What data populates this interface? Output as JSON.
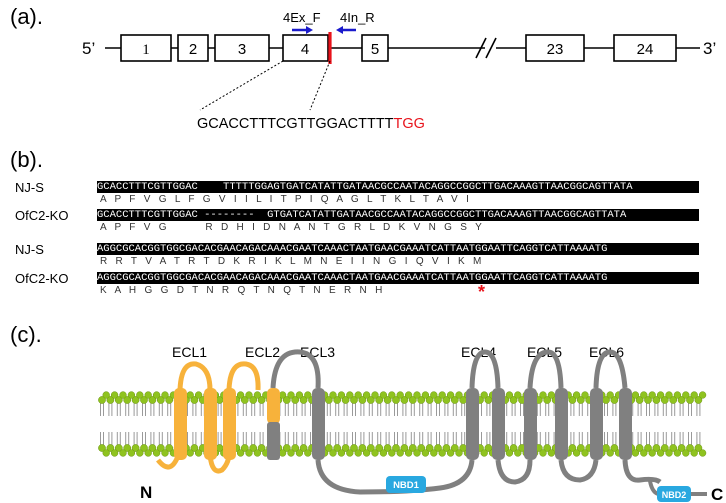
{
  "panel_a": {
    "label": "(a).",
    "end5": "5’",
    "end3": "3’",
    "exons": [
      "1",
      "2",
      "3",
      "4",
      "5",
      "23",
      "24"
    ],
    "primer_f": "4Ex_F",
    "primer_r": "4In_R",
    "guide_seq": "GCACCTTTCGTTGGACTTTT",
    "pam": "TGG",
    "colors": {
      "cut": "#e8131b",
      "primer": "#1a1acc",
      "pam": "#e8131b"
    }
  },
  "panel_b": {
    "label": "(b).",
    "rows": [
      {
        "name": "NJ-S",
        "seq": "GCACCTTTCGTTGGAC    TTTTTGGAGTGATCATATTGATAACGCCAATACAGGCCGGCTTGACAAAGTTAACGGCAGTTATA",
        "aa": "A   P   F   V   G   L   F   G   V   I   I   L   I   T   P   I   Q   A   G   L   T   K   L   T   A   V   I"
      },
      {
        "name": "OfC2-KO",
        "seq": "GCACCTTTCGTTGGAC --------  GTGATCATATTGATAACGCCAATACAGGCCGGCTTGACAAAGTTAACGGCAGTTATA",
        "aa": "A   P   F   V   G              R   D   H   I   D   N   A   N   T   G   R   L   D   K   V   N   G   S   Y"
      },
      {
        "name": "NJ-S",
        "seq": "AGGCGCACGGTGGCGACACGAACAGACAAACGAATCAAACTAATGAACGAAATCATTAATGGAATTCAGGTCATTAAAATG",
        "aa": "R   R   T   V   A   T   R   T   D   K   R   I   K   L   M   N   E   I   I   N   G   I   Q   V   I   K   M"
      },
      {
        "name": "OfC2-KO",
        "seq": "AGGCGCACGGTGGCGACACGAACAGACAAACGAATCAAACTAATGAACGAAATCATTAATGGAATTCAGGTCATTAAAATG",
        "aa": "K   A   H   G   G   D   T   N   R   Q   T   N   Q   T   N   E   R   N   H"
      }
    ],
    "stop_mark": "*",
    "colors": {
      "stop": "#e8131b"
    }
  },
  "panel_c": {
    "label": "(c).",
    "loops": [
      "ECL1",
      "ECL2",
      "ECL3",
      "ECL4",
      "ECL5",
      "ECL6"
    ],
    "nbd1": "NBD1",
    "nbd2": "NBD2",
    "n_term": "N",
    "c_term": "C",
    "colors": {
      "tm_orange": "#f7b23b",
      "tm_gray": "#808080",
      "lipid": "#8fc31f",
      "nbd": "#29a8e0"
    }
  }
}
